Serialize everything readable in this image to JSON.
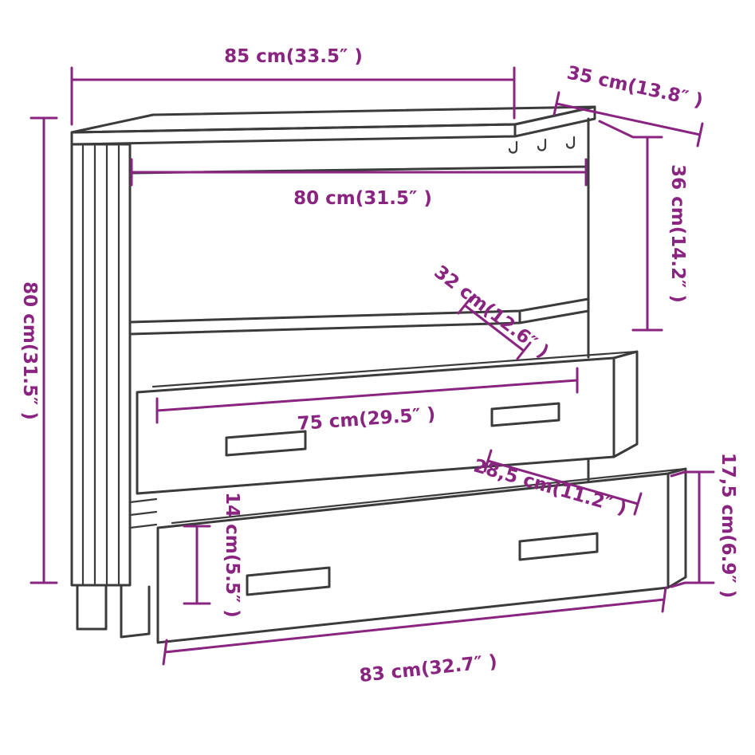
{
  "diagram": {
    "subject": "sideboard-with-two-drawers-dimension-diagram",
    "colors": {
      "dimension": "#8A2481",
      "line_art": "#3B3B3B",
      "background": "#FFFFFF"
    },
    "labels": {
      "top_width": "85 cm(33.5″ )",
      "top_depth": "35 cm(13.8″ )",
      "inner_width": "80 cm(31.5″ )",
      "compartment_height": "36 cm(14.2″ )",
      "overall_height": "80 cm(31.5″ )",
      "shelf_depth": "32 cm(12.6″ )",
      "drawer_width": "75 cm(29.5″ )",
      "drawer_depth": "28,5 cm(11.2″ )",
      "drawer_side_height": "17,5 cm(6.9″ )",
      "drawer_front_height": "14 cm(5.5″ )",
      "bottom_width": "83 cm(32.7″ )"
    }
  }
}
